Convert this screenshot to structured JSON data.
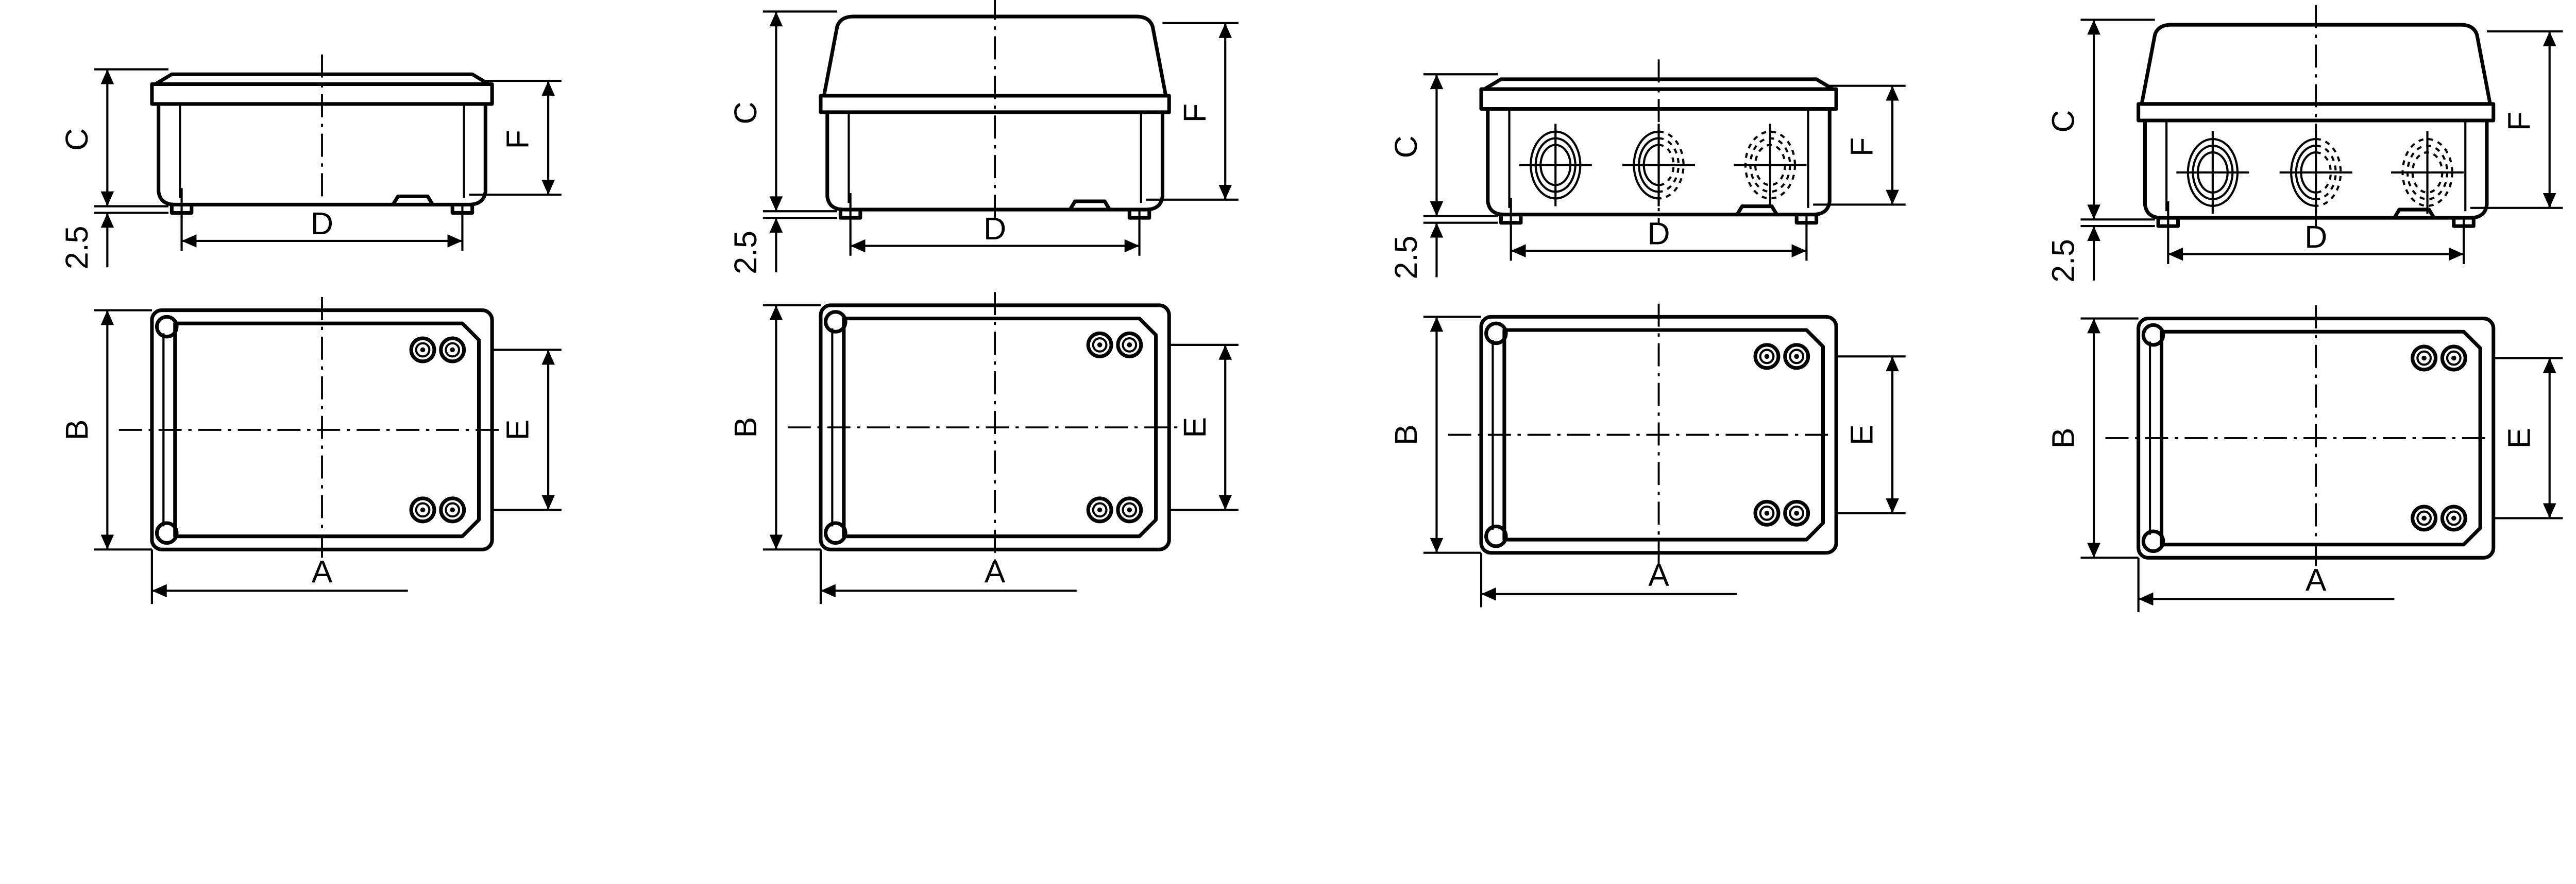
{
  "panels": [
    {
      "id": "box-low-lid-no-glands",
      "labels": {
        "A": "A",
        "B": "B",
        "C": "C",
        "D": "D",
        "E": "E",
        "F": "F",
        "offset": "2.5"
      }
    },
    {
      "id": "box-high-lid-no-glands",
      "labels": {
        "A": "A",
        "B": "B",
        "C": "C",
        "D": "D",
        "E": "E",
        "F": "F",
        "offset": "2.5"
      }
    },
    {
      "id": "box-low-lid-knockouts",
      "labels": {
        "A": "A",
        "B": "B",
        "C": "C",
        "D": "D",
        "E": "E",
        "F": "F",
        "offset": "2.5"
      }
    },
    {
      "id": "box-high-lid-knockouts",
      "labels": {
        "A": "A",
        "B": "B",
        "C": "C",
        "D": "D",
        "E": "E",
        "F": "F",
        "offset": "2.5"
      }
    }
  ]
}
